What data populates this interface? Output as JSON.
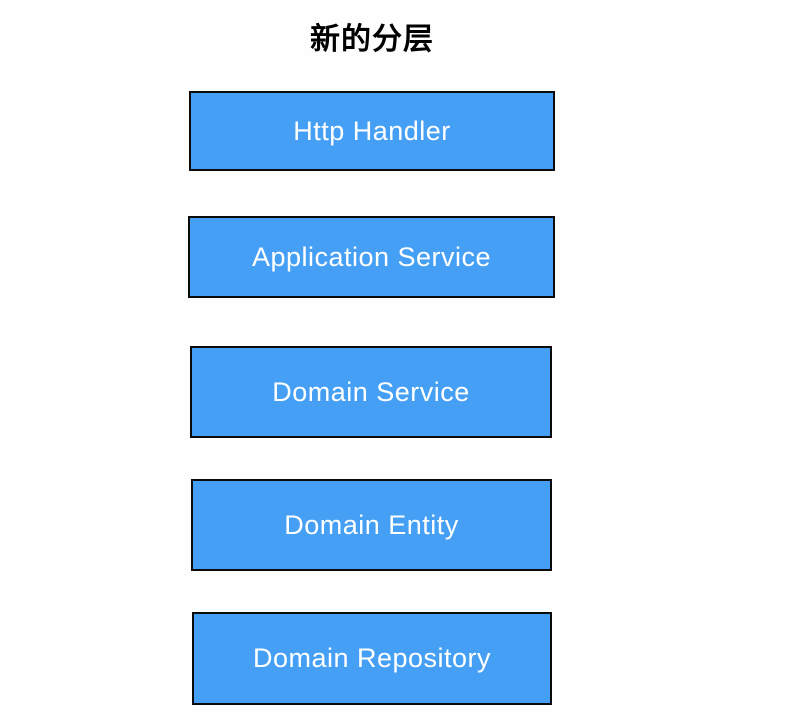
{
  "title": "新的分层",
  "colors": {
    "background": "#fefefe",
    "title_text": "#000000",
    "box_fill": "#45a0f5",
    "box_border": "#0b0b0b",
    "box_text": "#ffffff"
  },
  "boxes": [
    {
      "label": "Http Handler"
    },
    {
      "label": "Application Service"
    },
    {
      "label": "Domain Service"
    },
    {
      "label": "Domain Entity"
    },
    {
      "label": "Domain Repository"
    }
  ]
}
